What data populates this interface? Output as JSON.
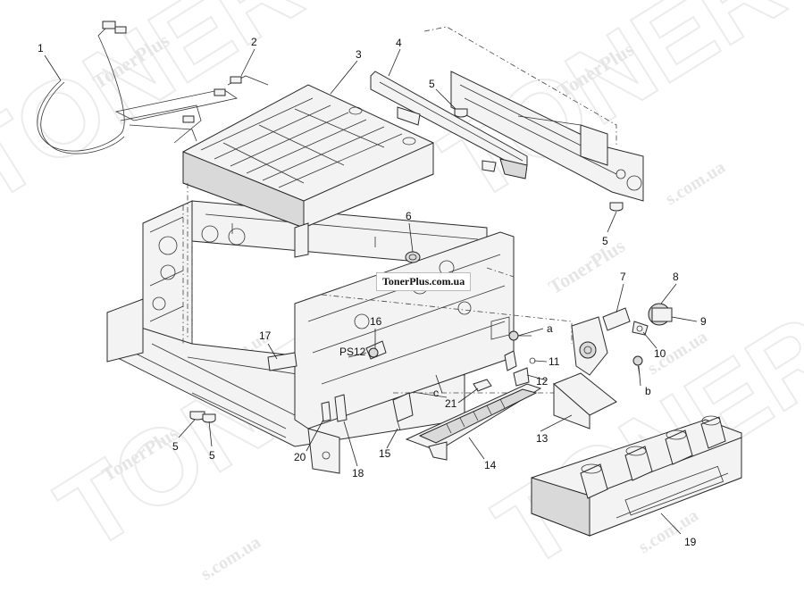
{
  "site_label": "TonerPlus.com.ua",
  "watermarks": {
    "brand": "TONER",
    "small": "TonerPlus",
    "url": "s.com.ua"
  },
  "callouts": {
    "c1": "1",
    "c2": "2",
    "c3": "3",
    "c4": "4",
    "c5a": "5",
    "c5b": "5",
    "c5c": "5",
    "c5d": "5",
    "c6": "6",
    "c7": "7",
    "c8": "8",
    "c9": "9",
    "c10": "10",
    "c11": "11",
    "c12": "12",
    "c13": "13",
    "c14": "14",
    "c15": "15",
    "c16": "16",
    "c17": "17",
    "c18": "18",
    "c19": "19",
    "c20": "20",
    "c21": "21",
    "ps12": "PS12",
    "a": "a",
    "b": "b",
    "c": "c"
  }
}
